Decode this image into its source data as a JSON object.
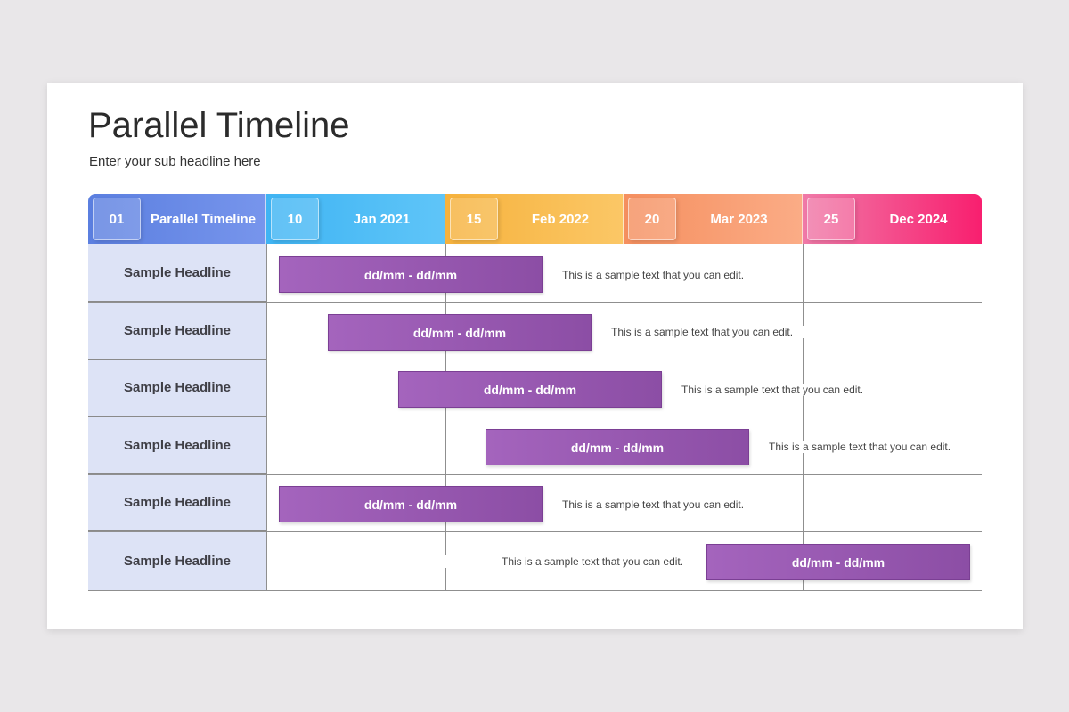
{
  "title": "Parallel Timeline",
  "subtitle": "Enter your sub headline here",
  "header": [
    {
      "number": "01",
      "label": "Parallel Timeline",
      "gradient_from": "#5b7fe0",
      "gradient_to": "#7795ec"
    },
    {
      "number": "10",
      "label": "Jan 2021",
      "gradient_from": "#3fb4f3",
      "gradient_to": "#5fc5f8"
    },
    {
      "number": "15",
      "label": "Feb 2022",
      "gradient_from": "#f6b23d",
      "gradient_to": "#fbc766"
    },
    {
      "number": "20",
      "label": "Mar 2023",
      "gradient_from": "#f58f5f",
      "gradient_to": "#fbac86"
    },
    {
      "number": "25",
      "label": "Dec 2024",
      "gradient_from": "#f07aa8",
      "gradient_to": "#f81f6f"
    }
  ],
  "rows": [
    {
      "headline": "Sample Headline",
      "bar_text": "dd/mm - dd/mm",
      "note": "This is a sample text  that you can edit."
    },
    {
      "headline": "Sample Headline",
      "bar_text": "dd/mm - dd/mm",
      "note": "This is a sample text  that you can edit."
    },
    {
      "headline": "Sample Headline",
      "bar_text": "dd/mm - dd/mm",
      "note": "This is a sample text  that you can edit."
    },
    {
      "headline": "Sample Headline",
      "bar_text": "dd/mm - dd/mm",
      "note": "This is a sample text  that you can edit."
    },
    {
      "headline": "Sample Headline",
      "bar_text": "dd/mm - dd/mm",
      "note": "This is a sample text  that you can edit."
    },
    {
      "headline": "Sample Headline",
      "bar_text": "dd/mm - dd/mm",
      "note": "This is a sample text  that you can edit."
    }
  ],
  "colors": {
    "bar": "#9a5ab4",
    "row_label_bg": "#dde3f6",
    "grid": "#8f8f8f"
  }
}
